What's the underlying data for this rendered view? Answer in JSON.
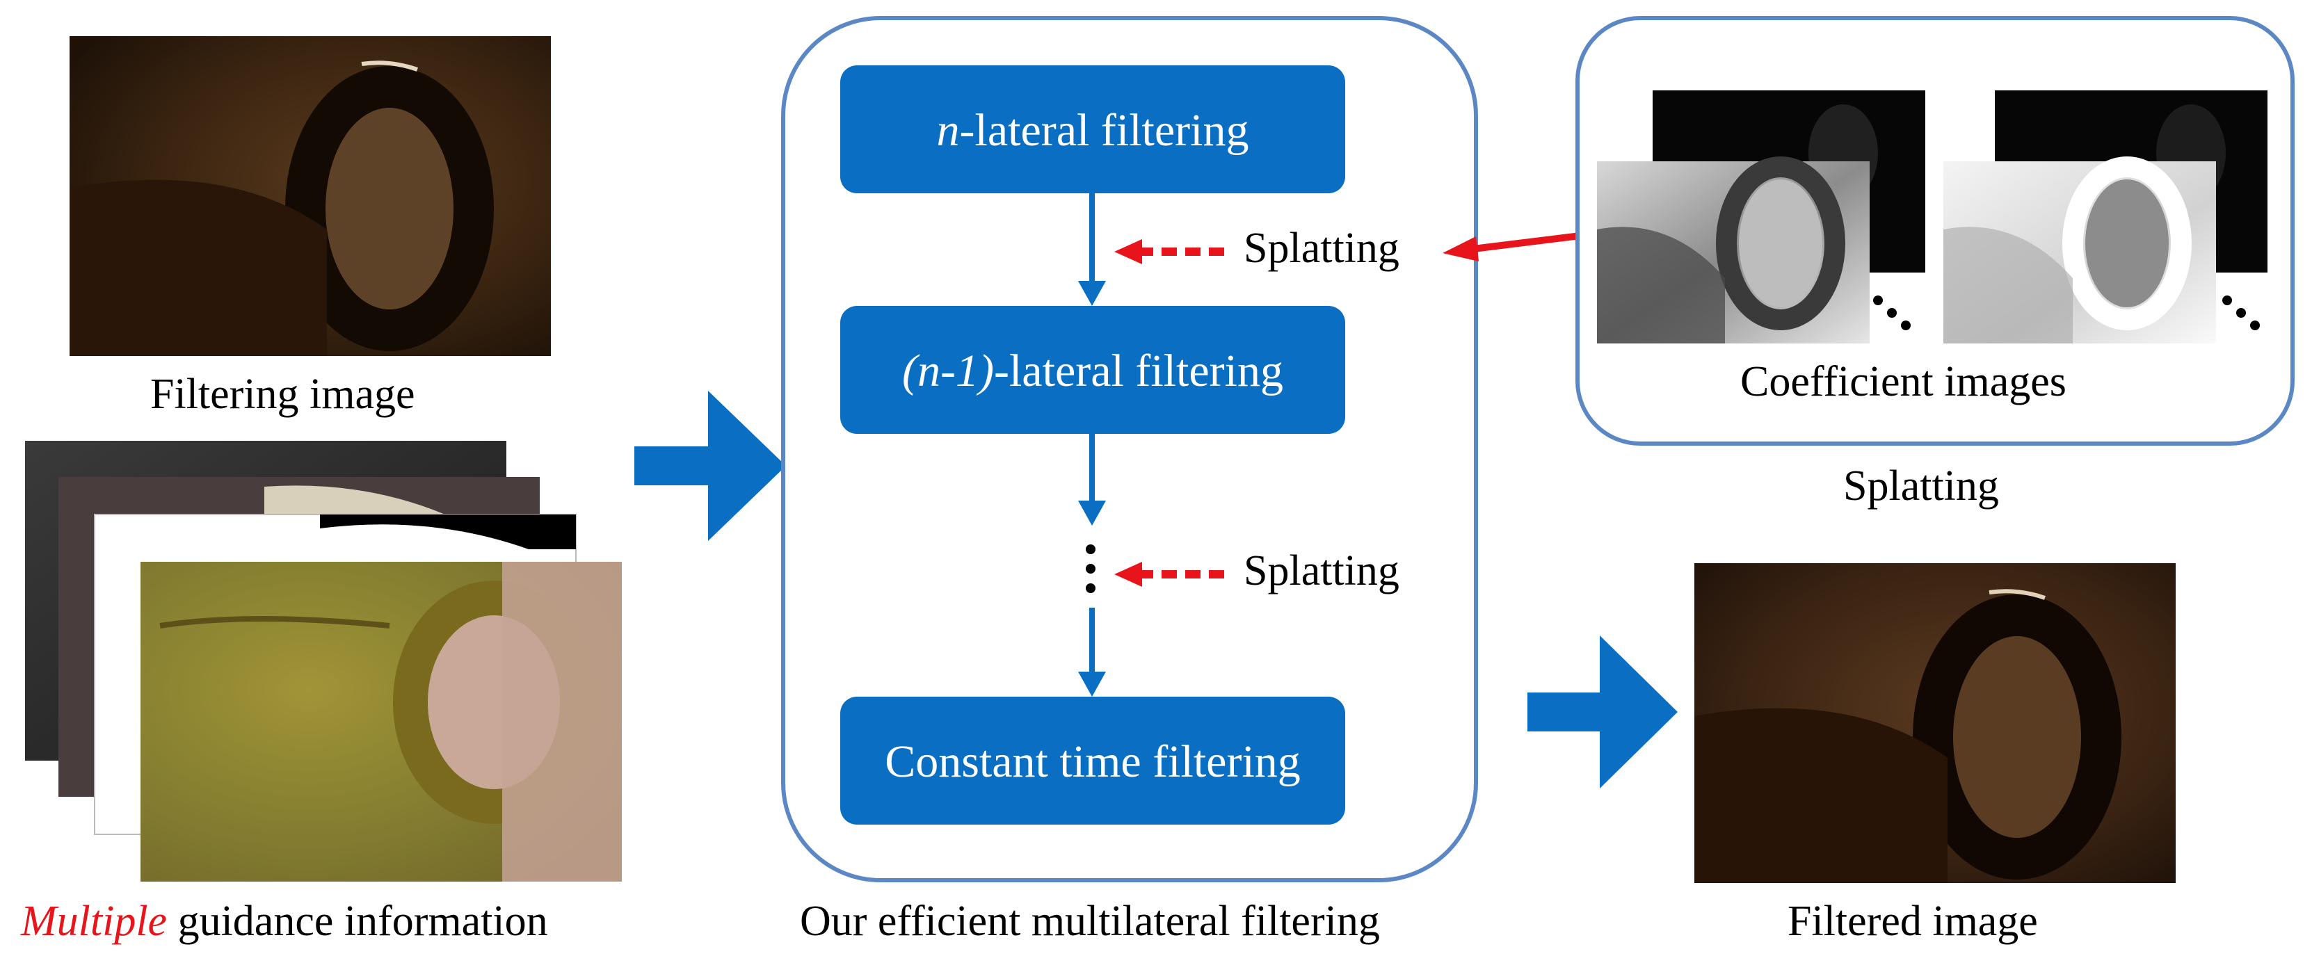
{
  "captions": {
    "filtering_image": "Filtering image",
    "guidance_emph": "Multiple",
    "guidance_rest": " guidance information",
    "main_process": "Our efficient multilateral filtering",
    "coefficient_images": "Coefficient images",
    "splatting_group": "Splatting",
    "filtered_image": "Filtered image"
  },
  "boxes": {
    "n_lateral_var": "n",
    "n_lateral_rest": "-lateral filtering",
    "n1_lateral_var": "(n-1)",
    "n1_lateral_rest": "-lateral filtering",
    "constant_time": "Constant time filtering"
  },
  "arrows": {
    "splatting_1": "Splatting",
    "splatting_2": "Splatting"
  },
  "colors": {
    "box_blue": "#0a6fc2",
    "frame_blue": "#5b88c5",
    "arrow_blue": "#0a6fc2",
    "red": "#e8141b"
  }
}
